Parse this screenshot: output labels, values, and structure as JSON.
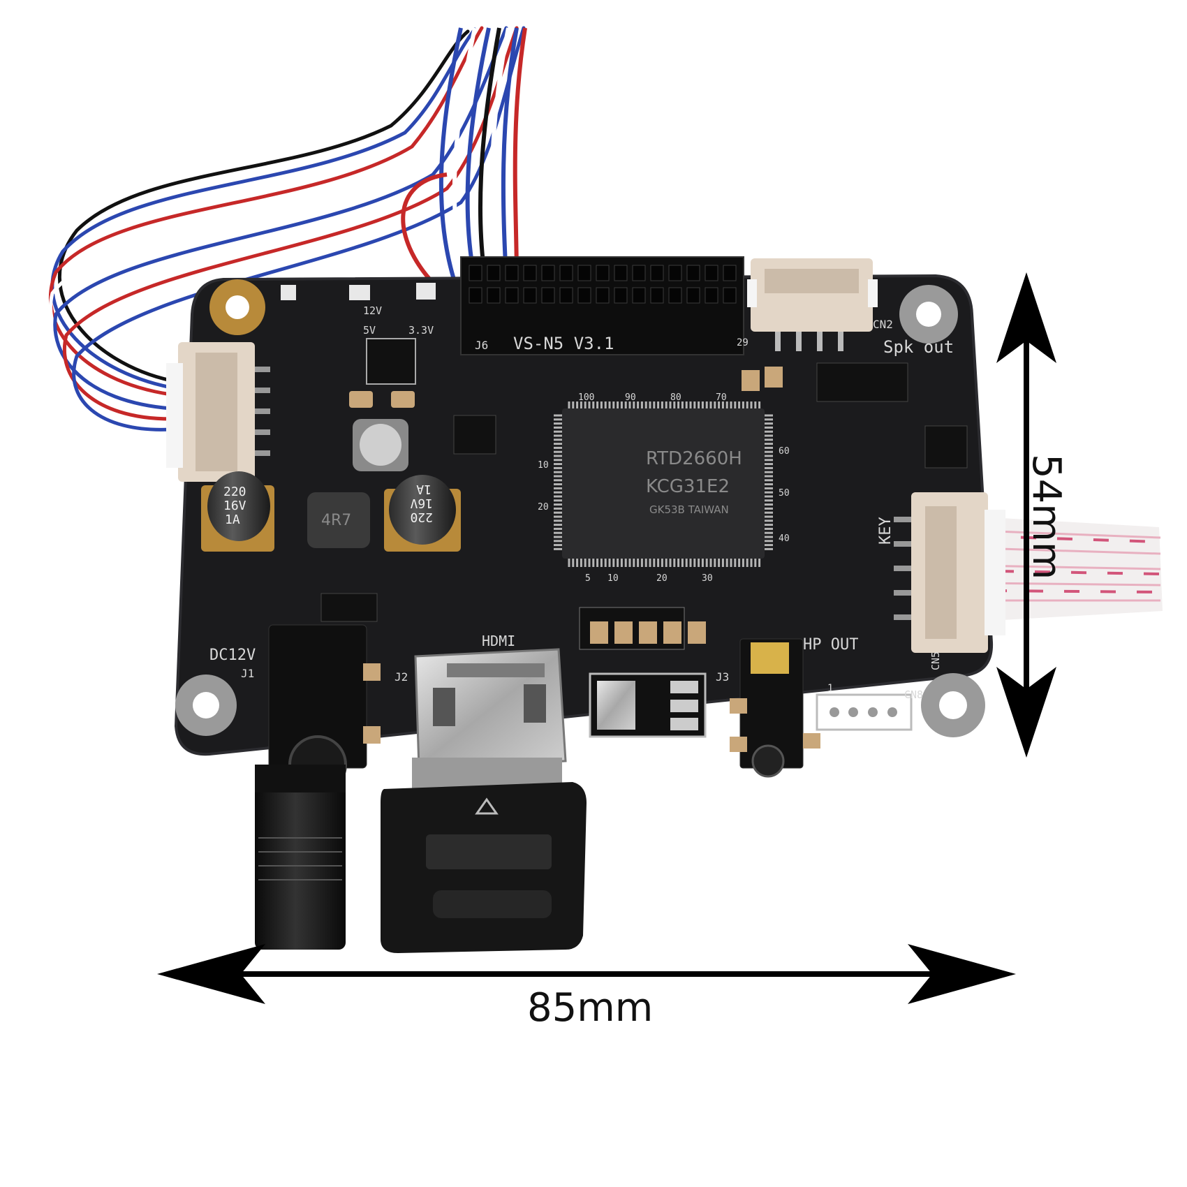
{
  "board": {
    "model_label": "VS-N5  V3.1",
    "chip_line1": "RTD2660H",
    "chip_line2": "KCG31E2",
    "chip_line3": "GK53B TAIWAN",
    "label_j6": "J6",
    "label_29": "29",
    "label_cn2": "CN2",
    "label_spk_out": "Spk  out",
    "label_12v": "12V",
    "label_5v": "5V",
    "label_3v3": "3.3V",
    "label_dc12v": "DC12V",
    "label_j1": "J1",
    "label_j2": "J2",
    "label_hdmi": "HDMI",
    "label_j3": "J3",
    "label_hp_out": "HP  OUT",
    "label_cn8": "CN8",
    "label_cn8_pin": "1",
    "label_cn5": "CN5",
    "label_key": "KEY",
    "pin_top": [
      "100",
      "90",
      "80",
      "70"
    ],
    "pin_left": [
      "10",
      "20"
    ],
    "pin_right": [
      "60",
      "50",
      "40"
    ],
    "pin_bottom": [
      "5",
      "10",
      "20",
      "30"
    ],
    "cap_left": [
      "220",
      "16V",
      "1A"
    ],
    "cap_right": [
      "220",
      "16V",
      "1A"
    ],
    "inductor_label": "4R7"
  },
  "dimensions": {
    "width_label": "85mm",
    "height_label": "54mm"
  },
  "colors": {
    "pcb": "#1b1b1d",
    "silkscreen": "#d8d8d8",
    "connector": "#e3d6c7",
    "chip": "#2a2a2c",
    "arrow": "#000000"
  }
}
